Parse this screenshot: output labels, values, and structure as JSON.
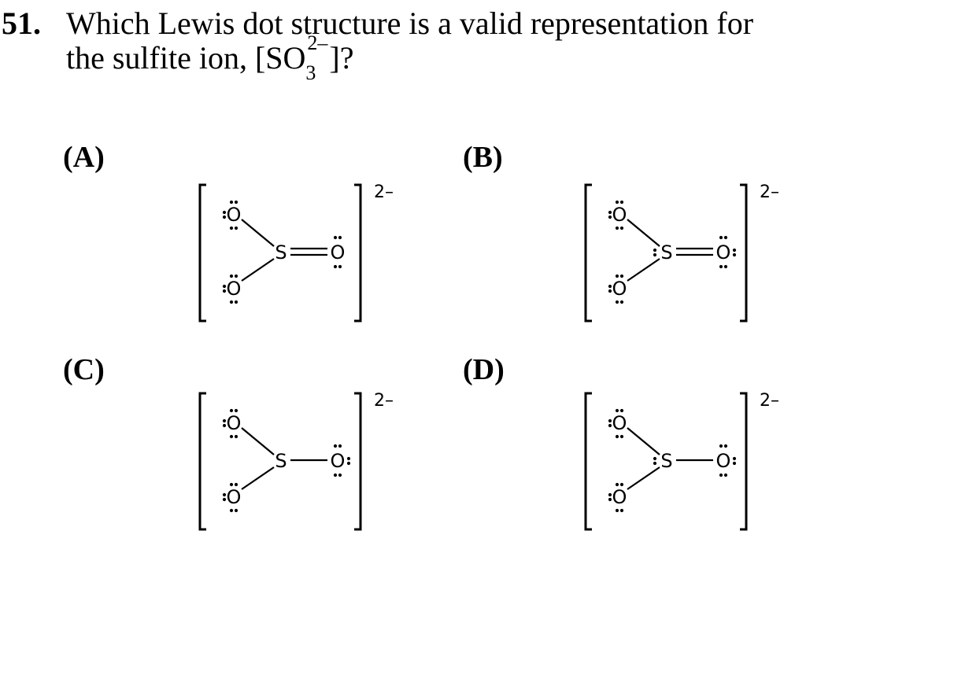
{
  "question": {
    "number": "51.",
    "line1": "Which Lewis dot structure is a valid representation for",
    "line2_prefix": "the sulfite ion, [SO",
    "subscript": "3",
    "superscript": "2–",
    "line2_suffix": "]?"
  },
  "choices": [
    {
      "label": "(A)",
      "center": "S",
      "charge": "2–",
      "bond": "double",
      "s_lone_pair": false,
      "o3_side_dots": false
    },
    {
      "label": "(B)",
      "center": "S",
      "charge": "2–",
      "bond": "double",
      "s_lone_pair": true,
      "o3_side_dots": true
    },
    {
      "label": "(C)",
      "center": "S",
      "charge": "2–",
      "bond": "single",
      "s_lone_pair": false,
      "o3_side_dots": true
    },
    {
      "label": "(D)",
      "center": "S",
      "charge": "2–",
      "bond": "single",
      "s_lone_pair": true,
      "o3_side_dots": true
    }
  ],
  "atoms": {
    "oxygen": "O",
    "sulfur": "S"
  }
}
